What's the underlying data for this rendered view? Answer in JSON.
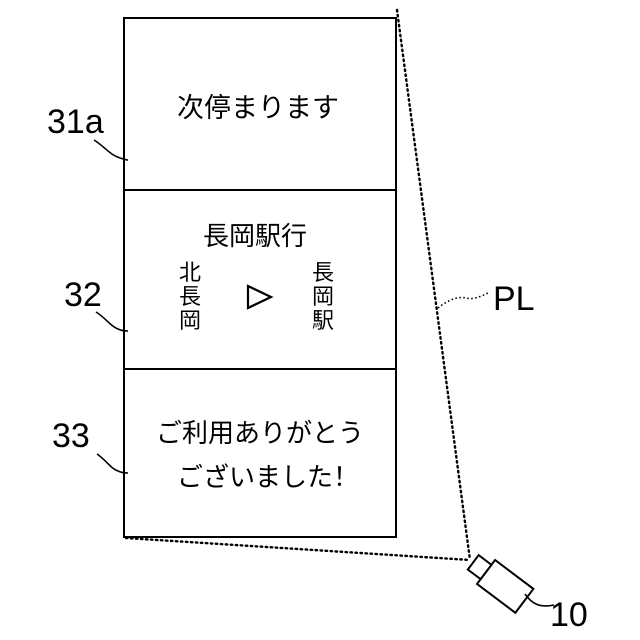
{
  "panels": {
    "top": {
      "ref": "31a",
      "text": "次停まります"
    },
    "middle": {
      "ref": "32",
      "destination": "長岡駅行",
      "from_chars": [
        "北",
        "長",
        "岡"
      ],
      "arrow": "▷",
      "to_chars": [
        "長",
        "岡",
        "駅"
      ]
    },
    "bottom": {
      "ref": "33",
      "line1": "ご利用ありがとう",
      "line2": "ございました！"
    }
  },
  "projection": {
    "label": "PL",
    "projector_ref": "10"
  },
  "icons": {
    "projector": "projector-icon",
    "arrow": "triangle-right-icon"
  }
}
